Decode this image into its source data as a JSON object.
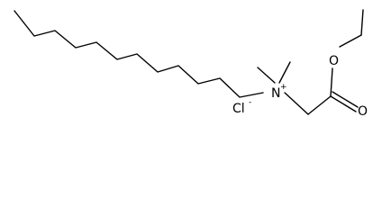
{
  "molecule": {
    "atoms": {
      "nitrogen": "N",
      "nitrogen_charge": "+",
      "ether_oxygen": "O",
      "carbonyl_oxygen": "O",
      "counterion": "Cl",
      "counterion_charge": "-"
    },
    "colors": {
      "bond": "#000000",
      "text": "#000000",
      "background": "#ffffff"
    }
  }
}
